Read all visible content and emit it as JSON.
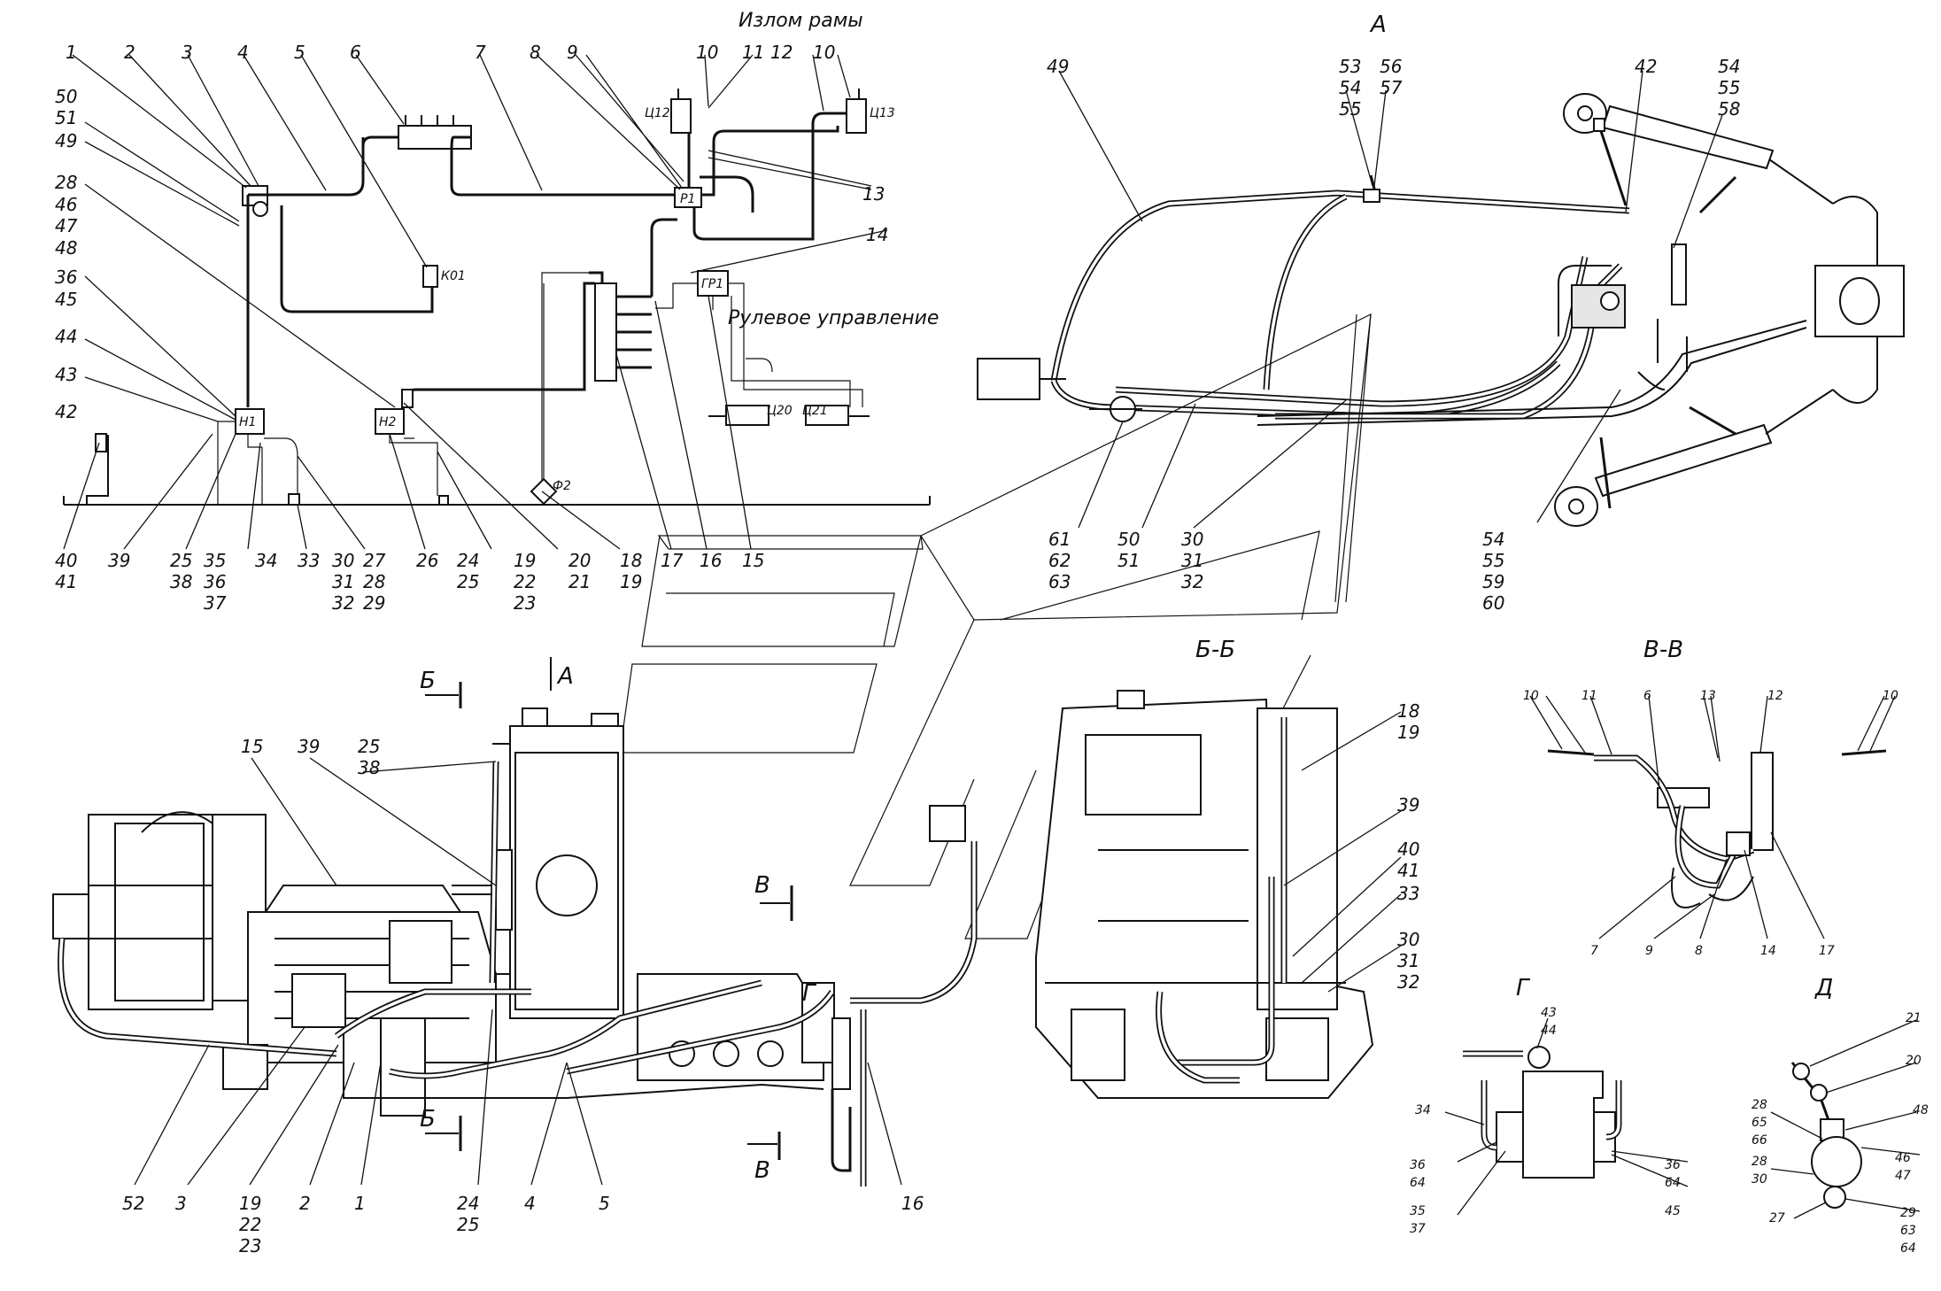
{
  "captions": {
    "frame_break": "Излом рамы",
    "steering": "Рулевое управление",
    "view_a": "А",
    "view_a_arrow": "А",
    "section_bb": "Б-Б",
    "section_vv": "В-В",
    "view_g": "Г",
    "view_d": "Д",
    "cut_b_top": "Б",
    "cut_b_bottom": "Б",
    "cut_v_top": "В",
    "cut_v_bottom": "В",
    "g_marker": "Г"
  },
  "components": {
    "c12": "Ц12",
    "c13": "Ц13",
    "c20": "Ц20",
    "c21": "Ц21",
    "r1": "Р1",
    "k01": "К01",
    "gr1": "ГР1",
    "n1": "Н1",
    "n2": "Н2",
    "f2": "Ф2"
  },
  "schematic_labels": {
    "top": [
      "1",
      "2",
      "3",
      "4",
      "5",
      "6",
      "7",
      "8",
      "9",
      "10",
      "11",
      "12",
      "10"
    ],
    "left": [
      "50",
      "51",
      "49",
      "28",
      "46",
      "47",
      "48",
      "36",
      "45",
      "44",
      "43",
      "42"
    ],
    "right": [
      "13",
      "14"
    ],
    "bottom": [
      "40",
      "41",
      "39",
      "25",
      "38",
      "35",
      "36",
      "37",
      "34",
      "33",
      "30",
      "31",
      "32",
      "27",
      "28",
      "29",
      "26",
      "24",
      "25",
      "19",
      "22",
      "23",
      "20",
      "21",
      "18",
      "19",
      "17",
      "16",
      "15"
    ]
  },
  "view_a_labels": [
    "49",
    "53",
    "54",
    "55",
    "56",
    "57",
    "42",
    "54",
    "55",
    "58",
    "61",
    "62",
    "63",
    "50",
    "51",
    "30",
    "31",
    "32",
    "54",
    "55",
    "59",
    "60"
  ],
  "main_view_labels": [
    "15",
    "39",
    "25",
    "38",
    "52",
    "3",
    "19",
    "22",
    "23",
    "2",
    "1",
    "24",
    "25",
    "4",
    "5",
    "16"
  ],
  "section_bb_labels": [
    "18",
    "19",
    "39",
    "40",
    "41",
    "33",
    "30",
    "31",
    "32"
  ],
  "section_vv_labels": [
    "10",
    "11",
    "6",
    "13",
    "12",
    "10",
    "7",
    "9",
    "8",
    "14",
    "17"
  ],
  "view_g_labels": [
    "43",
    "44",
    "34",
    "36",
    "64",
    "35",
    "37",
    "36",
    "64",
    "45"
  ],
  "view_d_labels": [
    "21",
    "20",
    "28",
    "65",
    "66",
    "48",
    "46",
    "47",
    "28",
    "30",
    "29",
    "63",
    "64",
    "27"
  ]
}
